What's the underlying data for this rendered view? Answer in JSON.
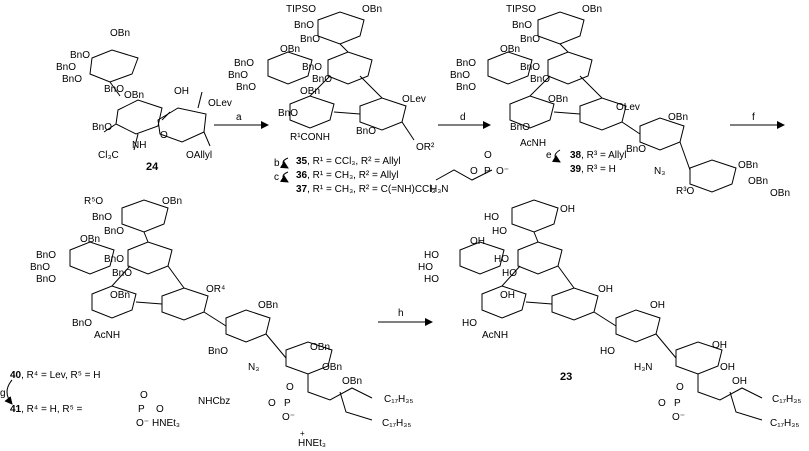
{
  "compounds": {
    "c24": "24",
    "c35": "35",
    "c36": "36",
    "c37": "37",
    "c38": "38",
    "c39": "39",
    "c40": "40",
    "c41": "41",
    "c23": "23"
  },
  "steps": {
    "a": "a",
    "b": "b",
    "c": "c",
    "d": "d",
    "e": "e",
    "f": "f",
    "g": "g",
    "h": "h"
  },
  "conditions": {
    "r35": ", R¹ = CCl₃, R² = Allyl",
    "r36": ", R¹ = CH₃, R² = Allyl",
    "r37": ", R¹ = CH₃, R² = C(=NH)CCl₃",
    "r38": ", R³ = Allyl",
    "r39": ", R³ = H",
    "r40": ", R⁴ = Lev, R⁵ = H",
    "r41": ", R⁴ = H, R⁵ ="
  },
  "labels": {
    "tipso": "TIPSO",
    "obn": "OBn",
    "bno": "BnO",
    "olev": "OLev",
    "oallyl": "OAllyl",
    "oh": "OH",
    "ho": "HO",
    "nh": "NH",
    "acnh": "AcNH",
    "r1conh": "R¹CONH",
    "or2": "OR²",
    "n3": "N₃",
    "r3o": "R³O",
    "r5o": "R⁵O",
    "or4": "OR⁴",
    "ccl3": "Cl₃C",
    "o": "O",
    "p": "P",
    "o_minus": "O⁻",
    "nhcbz": "NHCbz",
    "hnet3": "HNEt₃",
    "hnet3_plus": "+",
    "h3n": "H₃N",
    "c17h35": "C₁₇H₃₅"
  }
}
